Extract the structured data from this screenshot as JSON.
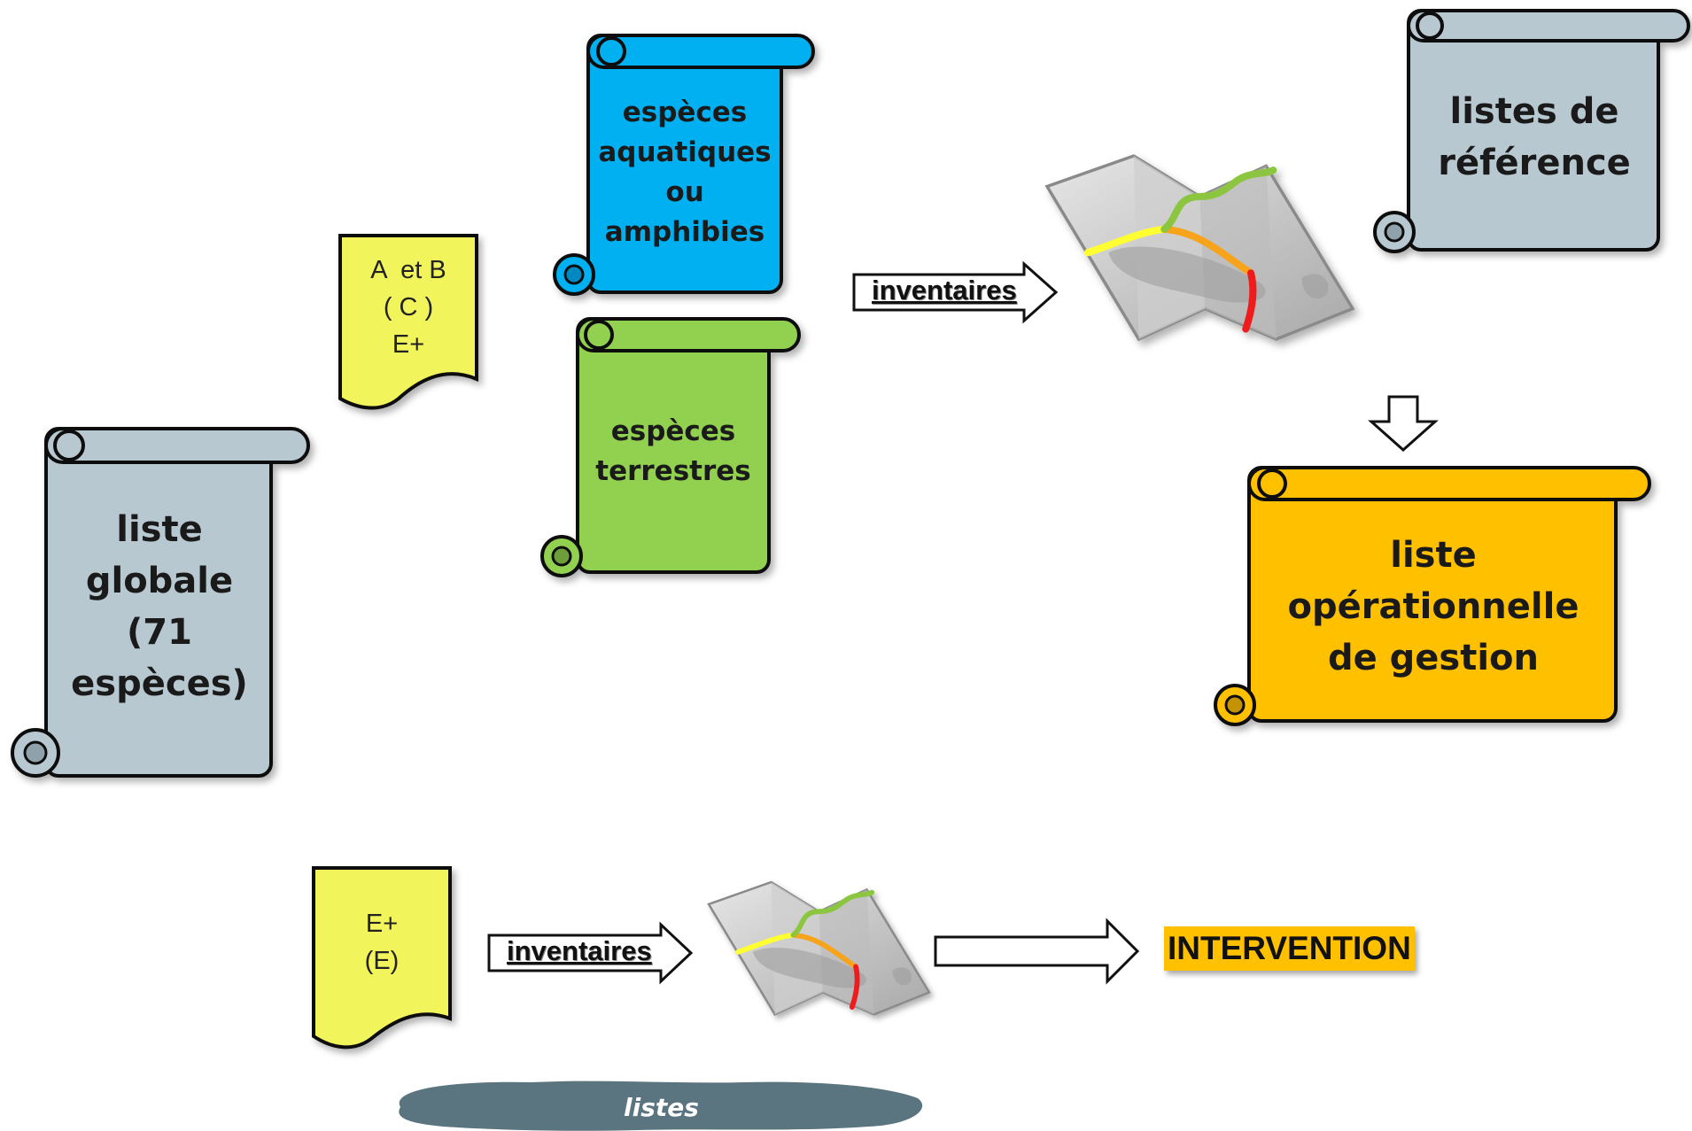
{
  "scrolls": {
    "global": {
      "lines": [
        "liste",
        "globale",
        "(71",
        "espèces)"
      ],
      "color": "#b8c8d0"
    },
    "aquatic": {
      "lines": [
        "espèces",
        "aquatiques",
        "ou",
        "amphibies"
      ],
      "color": "#00b0f0"
    },
    "terrestrial": {
      "lines": [
        "espèces",
        "terrestres"
      ],
      "color": "#92d050"
    },
    "reference": {
      "lines": [
        "listes de",
        "référence"
      ],
      "color": "#b8c8d0"
    },
    "operational": {
      "lines": [
        "liste",
        "opérationnelle",
        "de gestion"
      ],
      "color": "#ffc000"
    }
  },
  "documents": {
    "abc": {
      "lines": [
        "A  et B",
        "( C )",
        "E+"
      ],
      "color": "#f1f45a"
    },
    "e": {
      "lines": [
        "E+",
        "(E)"
      ],
      "color": "#f1f45a"
    }
  },
  "arrows": {
    "top_label": "inventaires",
    "bottom_label": "inventaires"
  },
  "intervention": {
    "label": "INTERVENTION",
    "color": "#ffc000"
  },
  "cloud": {
    "label": "listes",
    "color": "#5a7480"
  },
  "icons": [
    "map-icon"
  ]
}
